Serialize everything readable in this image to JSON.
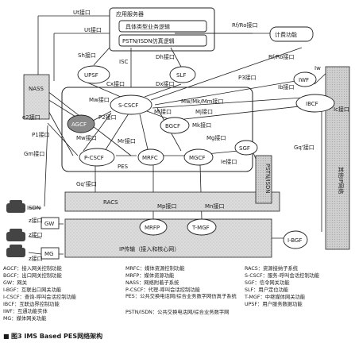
{
  "figure": {
    "caption_marker": "■",
    "caption": "图3  IMS Based PES网络架构"
  },
  "nodes": {
    "app_server": "应用服务器",
    "app_logic": "具体类型业务逻辑",
    "pstn_logic": "PSTN/ISDN仿真逻辑",
    "charging": "计费功能",
    "nass": "NASS",
    "upsf": "UPSF",
    "slf": "SLF",
    "iwf": "IWF",
    "s_cscf": "S-CSCF",
    "agcf": "AGCF",
    "bgcf": "BGCF",
    "ibcf": "IBCF",
    "p_cscf": "P-CSCF",
    "mrfc": "MRFC",
    "mgcf": "MGCF",
    "sgf": "SGF",
    "pes": "PES",
    "psin": "PSTN/ISDN",
    "other_net": "其他IP网络",
    "racs": "RACS",
    "mrfp": "MRFP",
    "t_mgf": "T-MGF",
    "transport": "IP传输（接入和核心网）",
    "i_bgf": "I-BGF",
    "gw": "GW",
    "mg": "MG"
  },
  "interfaces": {
    "ut_top": "Ut接口",
    "ut_mid": "Ut接口",
    "sh": "Sh接口",
    "isc": "ISC",
    "dh": "Dh接口",
    "rf_ro_top": "Rf/Ro接口",
    "rf_ro_right": "Rf/Ro接口",
    "cx": "Cx接口",
    "dx": "Dx接口",
    "mw_scscf": "Mw接口",
    "mw_mk_mm": "Mw/Mk/Mm接口",
    "e2": "e2接口",
    "p2": "P2接口",
    "mi": "Mi接口",
    "mj": "Mj接口",
    "mk": "Mk接口",
    "mw_pcscf": "Mw接口",
    "mr": "Mr接口",
    "mg_if": "Mg接口",
    "ib": "Ib接口",
    "ic": "Ic接口",
    "iw": "Iw",
    "p3": "P3接口",
    "p1": "P1接口",
    "gm": "Gm接口",
    "ie": "Ie接口",
    "gq_mid": "Gq'接口",
    "gq_right": "Gq'接口",
    "mp": "Mp接口",
    "mn": "Mn接口",
    "isdn_ua": "ISDN",
    "z1": "z接口",
    "z2": "z接口",
    "z3": "z接口"
  },
  "legend": {
    "col1": [
      "AGCF：接入网关控制功能",
      "BGCF：出口网关控制功能",
      "GW：网关",
      "I-BGF：互联出口网关功能",
      "I-CSCF：查询-呼叫会话控制功能",
      "IBCF：互联边界控制功能",
      "IWF：互通功能实体",
      "MG：媒体网关功能"
    ],
    "col2": [
      "MRFC：媒体资源控制功能",
      "MRFP：媒体资源功能",
      "NASS：网络附着子系统",
      "P-CSCF：代理-呼叫会话控制功能",
      "PES：公共交换电话网/综合业务数字网仿真子系统",
      "PSTN/ISDN：公共交换电话网/综合业务数字网"
    ],
    "col3": [
      "RACS：资源接纳子系统",
      "S-CSCF：服务-呼叫会话控制功能",
      "SGF：信令网关功能",
      "SLF：用户定位功能",
      "T-MGF：中继媒体网关功能",
      "UPSF：用户服务数据功能"
    ]
  }
}
